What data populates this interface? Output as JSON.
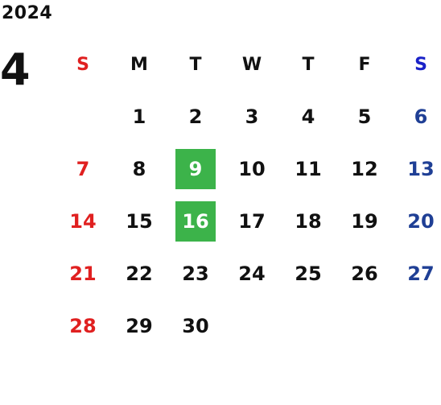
{
  "year": "2024",
  "month": "4",
  "weekday_headers": [
    "S",
    "M",
    "T",
    "W",
    "T",
    "F",
    "S"
  ],
  "weeks": [
    [
      "",
      "1",
      "2",
      "3",
      "4",
      "5",
      "6"
    ],
    [
      "7",
      "8",
      "9",
      "10",
      "11",
      "12",
      "13"
    ],
    [
      "14",
      "15",
      "16",
      "17",
      "18",
      "19",
      "20"
    ],
    [
      "21",
      "22",
      "23",
      "24",
      "25",
      "26",
      "27"
    ],
    [
      "28",
      "29",
      "30",
      "",
      "",
      "",
      ""
    ]
  ],
  "highlighted_days": [
    "9",
    "16"
  ],
  "colors": {
    "sunday": "#e02020",
    "saturday_header": "#1a22c8",
    "saturday": "#1f3f95",
    "highlight": "#3cb34a"
  }
}
